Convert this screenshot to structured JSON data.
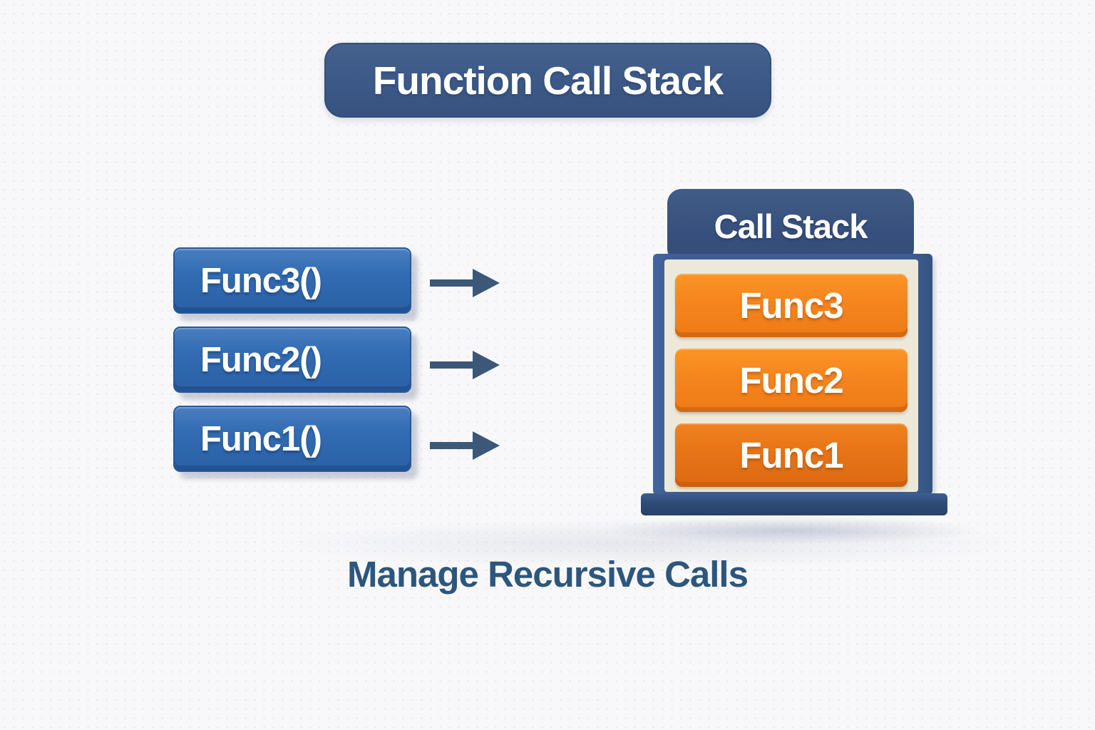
{
  "title": "Function Call Stack",
  "caption": "Manage Recursive Calls",
  "left_calls": [
    {
      "label": "Func3()"
    },
    {
      "label": "Func2()"
    },
    {
      "label": "Func1()"
    }
  ],
  "stack": {
    "header": "Call Stack",
    "frames": [
      "Func3",
      "Func2",
      "Func1"
    ]
  },
  "colors": {
    "background": "#f8f8fa",
    "banner_blue": "#3c5886",
    "call_box_blue": "#2f6cb4",
    "arrow_slate": "#3b5878",
    "stack_header_blue": "#374f7c",
    "stack_frame_blue": "#3d5e93",
    "panel_cream": "#ede9da",
    "frame_orange": "#f5851e",
    "frame_orange_dark": "#e77417",
    "base_navy": "#2e4a76",
    "caption_text": "#2d567d"
  }
}
